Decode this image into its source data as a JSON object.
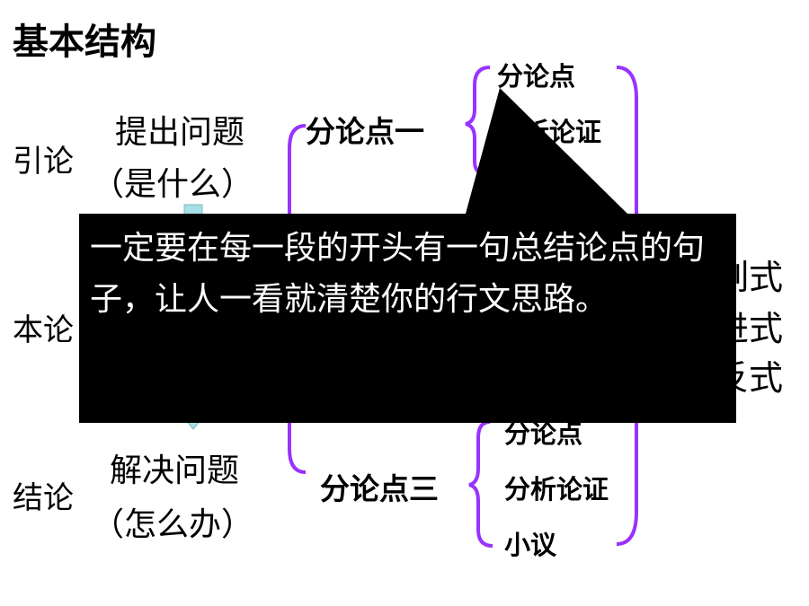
{
  "title": "基本结构",
  "sections": {
    "intro": "引论",
    "body": "本论",
    "conclusion": "结论"
  },
  "middle": {
    "raise_problem": "提出问题",
    "raise_problem_sub": "（是什么）",
    "solve_problem": "解决问题",
    "solve_problem_sub": "（怎么办）"
  },
  "points": {
    "one": "分论点一",
    "three": "分论点三"
  },
  "sub_items_one": {
    "a": "分论点",
    "b": "分析论证"
  },
  "sub_items_three": {
    "a": "分论点",
    "b": "分析论证",
    "c": "小议"
  },
  "right_side": {
    "r1": "列式",
    "r2": "进式",
    "r3": "反式"
  },
  "callout": {
    "text": "一定要在每一段的开头有一句总结论点的句子，让人一看就清楚你的行文思路。"
  },
  "colors": {
    "bracket": "#9933ff",
    "callout_bg": "#000000",
    "callout_text": "#ffffff",
    "arrow": "#a6dfe6"
  }
}
